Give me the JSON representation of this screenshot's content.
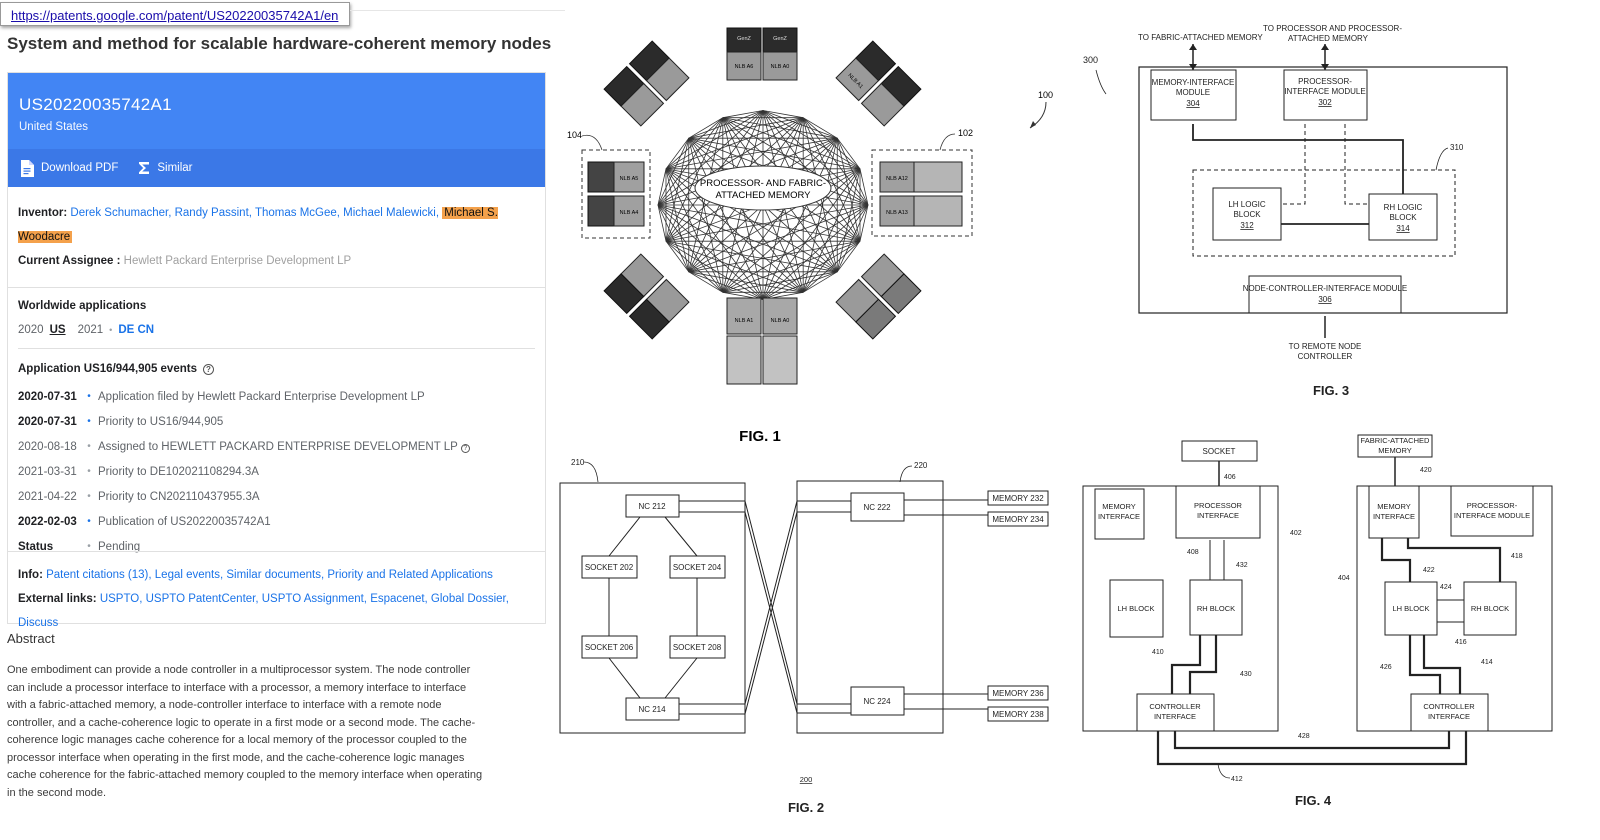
{
  "url": "https://patents.google.com/patent/US20220035742A1/en",
  "title": "System and method for scalable hardware-coherent memory nodes",
  "header": {
    "publication_number": "US20220035742A1",
    "country": "United States",
    "download_label": "Download PDF",
    "similar_label": "Similar"
  },
  "inventor": {
    "label": "Inventor:",
    "names": [
      "Derek Schumacher,",
      "Randy Passint,",
      "Thomas McGee,",
      "Michael Malewicki,"
    ],
    "highlighted": "Michael S. Woodacre"
  },
  "assignee": {
    "label": "Current Assignee :",
    "value": "Hewlett Packard Enterprise Development LP"
  },
  "worldwide": {
    "title": "Worldwide applications",
    "year1": "2020",
    "country1": "US",
    "year2": "2021",
    "countries2": "DE CN"
  },
  "events": {
    "title": "Application US16/944,905 events",
    "items": [
      {
        "date": "2020-07-31",
        "text": "Application filed by Hewlett Packard Enterprise Development LP"
      },
      {
        "date": "2020-07-31",
        "text": "Priority to US16/944,905"
      },
      {
        "date": "2020-08-18",
        "text": "Assigned to HEWLETT PACKARD ENTERPRISE DEVELOPMENT LP"
      },
      {
        "date": "2021-03-31",
        "text": "Priority to DE102021108294.3A"
      },
      {
        "date": "2021-04-22",
        "text": "Priority to CN202110437955.3A"
      },
      {
        "date": "2022-02-03",
        "text": "Publication of US20220035742A1"
      },
      {
        "date": "Status",
        "text": "Pending"
      }
    ]
  },
  "info": {
    "label": "Info:",
    "links": "Patent citations (13), Legal events, Similar documents, Priority and Related Applications",
    "external_label": "External links:",
    "external_links": "USPTO, USPTO PatentCenter, USPTO Assignment, Espacenet, Global Dossier, Discuss"
  },
  "abstract": {
    "title": "Abstract",
    "text": "One embodiment can provide a node controller in a multiprocessor system. The node controller can include a processor interface to interface with a processor, a memory interface to interface with a fabric-attached memory, a node-controller interface to interface with a remote node controller, and a cache-coherence logic to operate in a first mode or a second mode. The cache-coherence logic manages cache coherence for a local memory of the processor coupled to the processor interface when operating in the first mode, and the cache-coherence logic manages cache coherence for the fabric-attached memory coupled to the memory interface when operating in the second mode."
  },
  "figures": {
    "fig1": {
      "label": "FIG. 1",
      "center": [
        "PROCESSOR- AND FABRIC-",
        "ATTACHED MEMORY"
      ],
      "refs": [
        "100",
        "102",
        "104"
      ],
      "gen_label": "GenZ",
      "nlb_labels": [
        "NLB A6",
        "NLB A0",
        "NLB A1",
        "NLB A5",
        "NLB A4",
        "NLB A12",
        "NLB A13",
        "NLB A1",
        "NLB A0"
      ]
    },
    "fig2": {
      "label": "FIG. 2",
      "ref": "200",
      "refs": [
        "210",
        "220"
      ],
      "nc": [
        "NC 212",
        "NC 214",
        "NC 222",
        "NC 224"
      ],
      "sockets": [
        "SOCKET 202",
        "SOCKET 204",
        "SOCKET 206",
        "SOCKET 208"
      ],
      "memories": [
        "MEMORY 232",
        "MEMORY 234",
        "MEMORY 236",
        "MEMORY 238"
      ]
    },
    "fig3": {
      "label": "FIG. 3",
      "ref": "300",
      "refs": [
        "310"
      ],
      "top_left": "TO FABRIC-ATTACHED MEMORY",
      "top_right": [
        "TO PROCESSOR AND PROCESSOR-",
        "ATTACHED MEMORY"
      ],
      "memory_module": [
        "MEMORY-INTERFACE",
        "MODULE",
        "304"
      ],
      "proc_module": [
        "PROCESSOR-",
        "INTERFACE MODULE",
        "302"
      ],
      "lh": [
        "LH LOGIC",
        "BLOCK",
        "312"
      ],
      "rh": [
        "RH LOGIC",
        "BLOCK",
        "314"
      ],
      "ncim": [
        "NODE-CONTROLLER-INTERFACE MODULE",
        "306"
      ],
      "bottom": [
        "TO REMOTE NODE",
        "CONTROLLER"
      ]
    },
    "fig4": {
      "label": "FIG. 4",
      "socket": "SOCKET",
      "fam": [
        "FABRIC-ATTACHED",
        "MEMORY"
      ],
      "mem_if": [
        "MEMORY",
        "INTERFACE"
      ],
      "proc_if": [
        "PROCESSOR",
        "INTERFACE"
      ],
      "pim": [
        "PROCESSOR-",
        "INTERFACE MODULE"
      ],
      "lh": "LH BLOCK",
      "rh": "RH BLOCK",
      "ctrl": [
        "CONTROLLER",
        "INTERFACE"
      ],
      "refs": [
        "406",
        "420",
        "402",
        "404",
        "408",
        "432",
        "418",
        "422",
        "424",
        "416",
        "414",
        "410",
        "430",
        "426",
        "428",
        "412"
      ]
    }
  }
}
